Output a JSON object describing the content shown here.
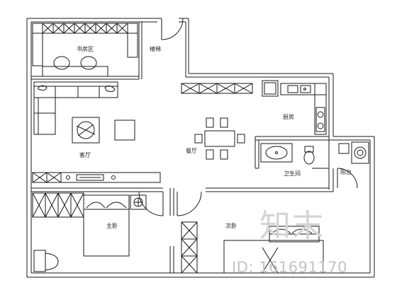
{
  "rooms": {
    "study": "书房区",
    "stair": "楼梯",
    "kitchen": "厨房",
    "living": "客厅",
    "dining": "餐厅",
    "bathroom": "卫生间",
    "balcony": "阳台",
    "master_bedroom": "主卧",
    "second_bedroom": "次卧"
  },
  "watermark": {
    "brand": "知末",
    "id_text": "ID: 161691170"
  },
  "colors": {
    "line": "#1a1a1a",
    "watermark": "#cccccc"
  }
}
